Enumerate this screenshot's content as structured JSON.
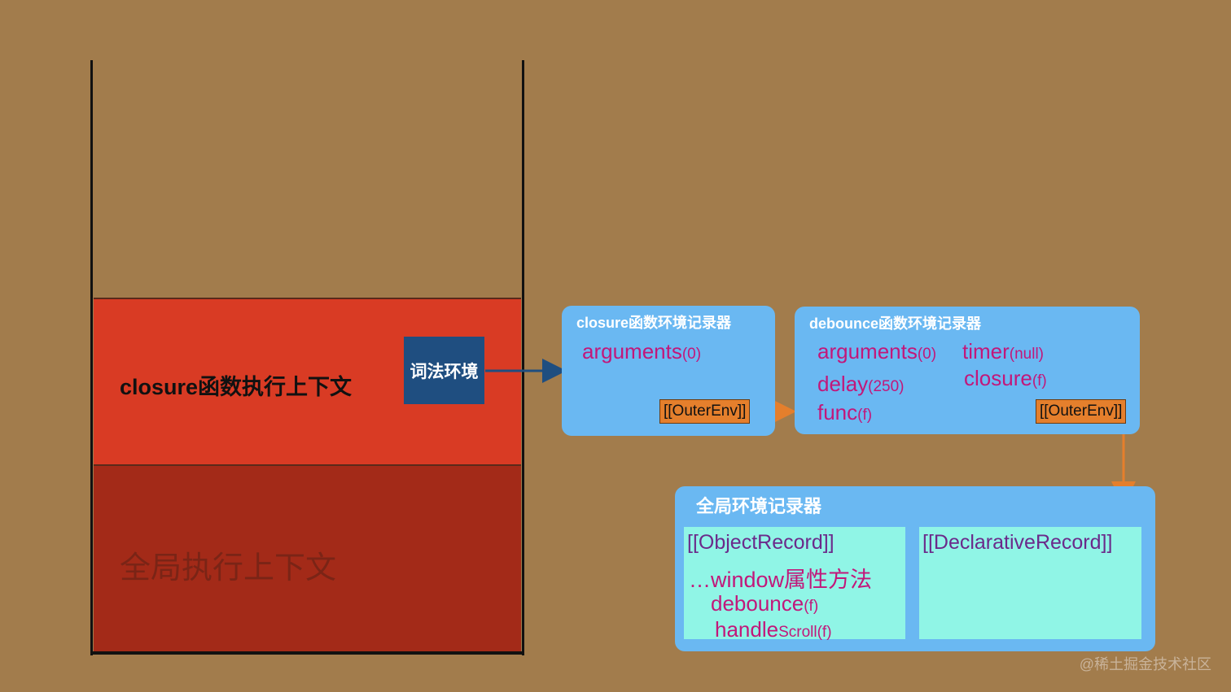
{
  "stack": {
    "closure_context": "closure函数执行上下文",
    "global_context": "全局执行上下文",
    "lexical_env": "词法环境"
  },
  "closure_env": {
    "title": "closure函数环境记录器",
    "arguments": {
      "name": "arguments",
      "value": "(0)"
    },
    "outer_env": "[[OuterEnv]]"
  },
  "debounce_env": {
    "title": "debounce函数环境记录器",
    "arguments": {
      "name": "arguments",
      "value": "(0)"
    },
    "delay": {
      "name": "delay",
      "value": "(250)"
    },
    "func": {
      "name": "func",
      "value": "(f)"
    },
    "timer": {
      "name": "timer",
      "value": "(null)"
    },
    "closure": {
      "name": "closure",
      "value": "(f)"
    },
    "outer_env": "[[OuterEnv]]"
  },
  "global_env": {
    "title": "全局环境记录器",
    "object_record": {
      "title": "[[ObjectRecord]]",
      "window_props": "…window属性方法",
      "debounce": {
        "name": "debounce",
        "value": "(f)"
      },
      "handle_scroll": {
        "name": "handle",
        "name2": "Scroll",
        "value": "(f)"
      }
    },
    "declarative_record": {
      "title": "[[DeclarativeRecord]]"
    }
  },
  "watermark": "@稀土掘金技术社区",
  "colors": {
    "background": "#a27c4c",
    "closure_frame": "#d93b24",
    "global_frame": "#a32a18",
    "lexical_box": "#1f4e80",
    "env_box": "#6ab8f2",
    "record_box": "#90f5e6",
    "outer_env": "#e57f2c",
    "var_text": "#c2177a",
    "arrow_blue": "#1f4e80",
    "arrow_orange": "#e57f2c"
  }
}
